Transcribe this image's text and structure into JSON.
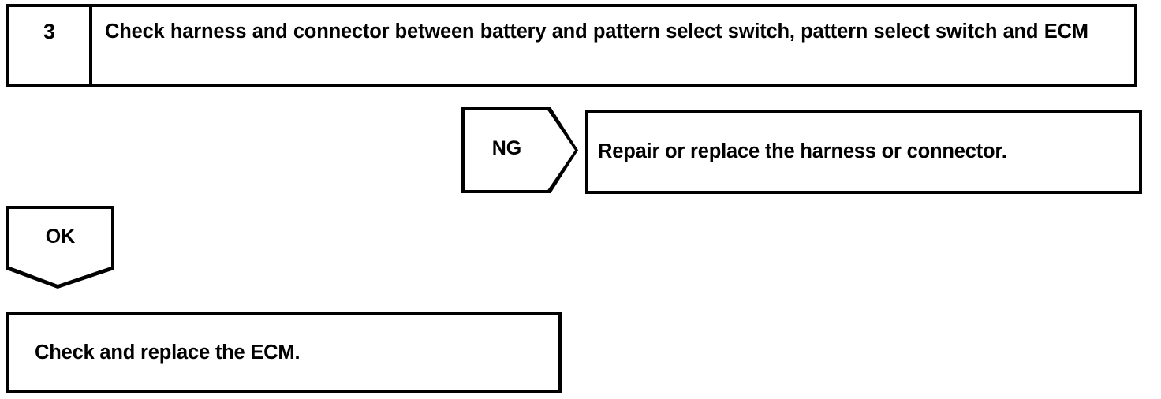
{
  "step": {
    "number": "3",
    "description": "Check harness and connector between battery and pattern select switch, pattern select switch and ECM"
  },
  "branches": [
    {
      "label": "NG",
      "direction": "right",
      "result": "Repair or replace the harness or connector."
    },
    {
      "label": "OK",
      "direction": "down",
      "result": "Check and replace the ECM."
    }
  ],
  "colors": {
    "ink": "#000000",
    "paper": "#ffffff"
  }
}
